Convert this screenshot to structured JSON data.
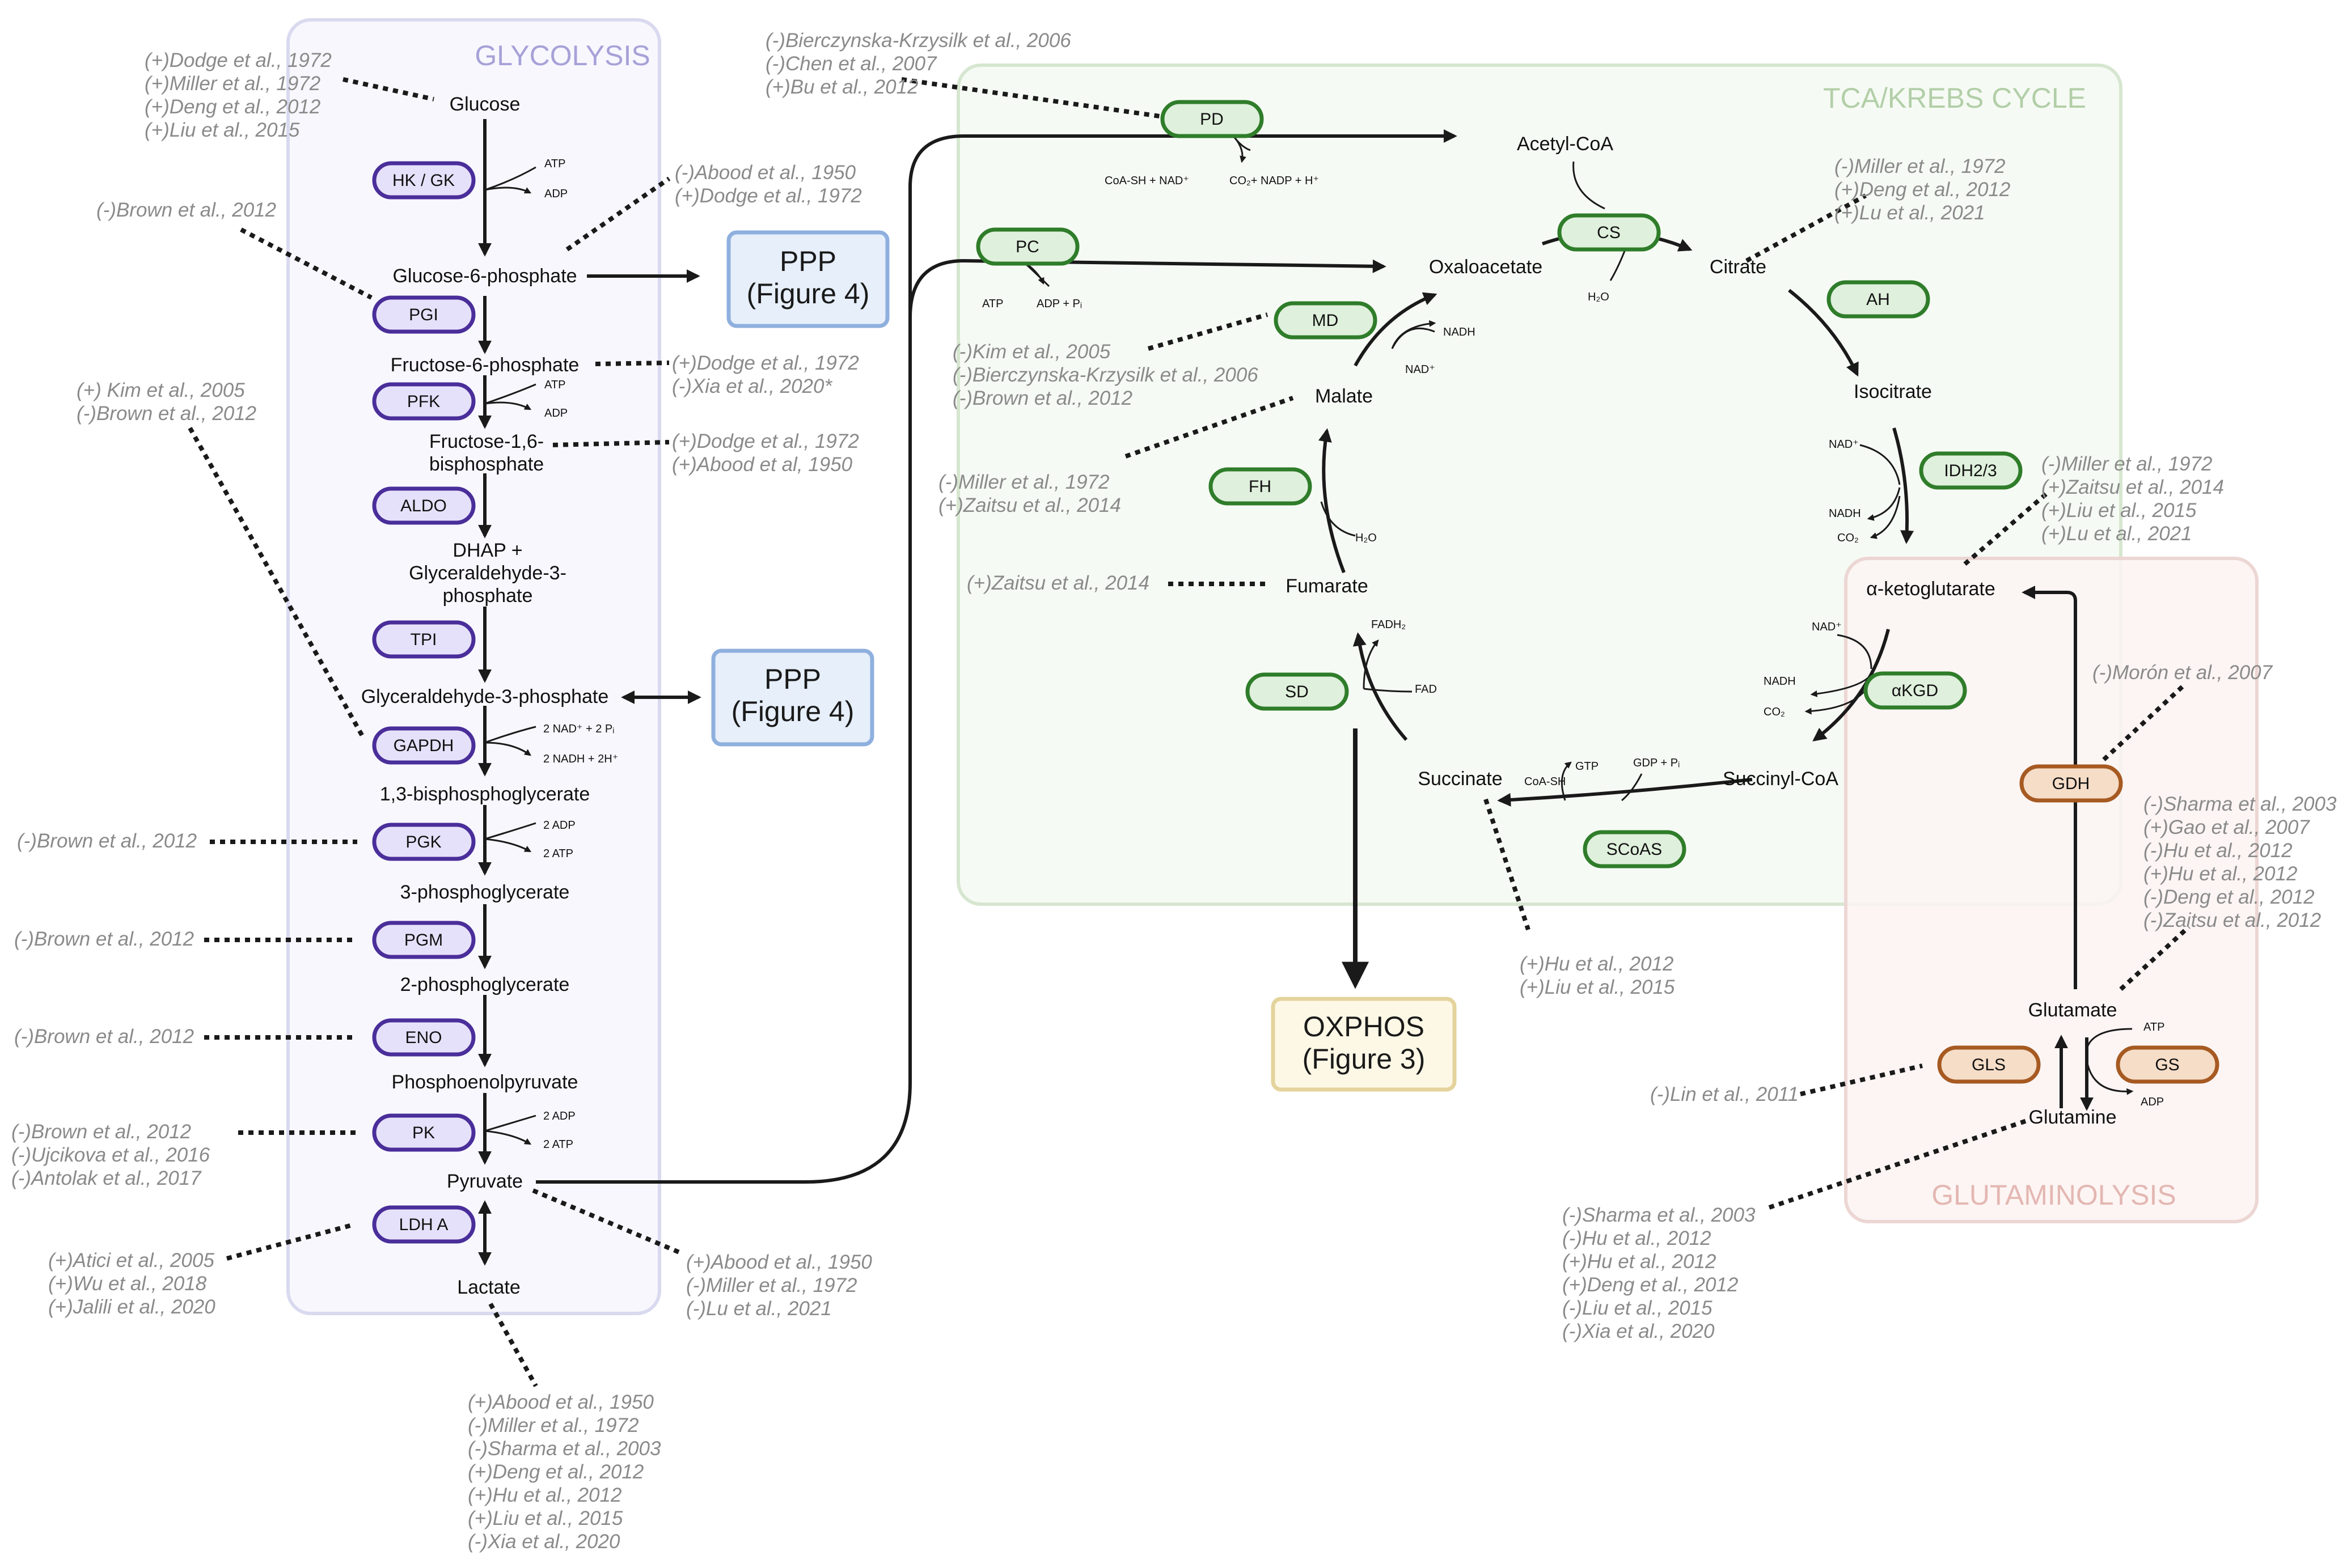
{
  "regions": {
    "glycolysis": "GLYCOLYSIS",
    "tca": "TCA/KREBS CYCLE",
    "glutaminolysis": "GLUTAMINOLYSIS"
  },
  "colors": {
    "glycolysis_box": "#f7f7fd",
    "glycolysis_border": "#d9d9ef",
    "glycolysis_title": "#a7a1d8",
    "glycolysis_enzyme_fill": "#e6e1fa",
    "glycolysis_enzyme_border": "#4a2e9a",
    "tca_box": "#f6faf4",
    "tca_border": "#d6e6d0",
    "tca_title": "#b2cfa8",
    "tca_enzyme_fill": "#dff0dc",
    "tca_enzyme_border": "#2f7d2a",
    "glut_box": "#fcf3f2",
    "glut_border": "#ecd6d3",
    "glut_title": "#e4b7b2",
    "glut_enzyme_fill": "#f5ddc8",
    "glut_enzyme_border": "#a65a22",
    "ppp_fill": "#e6effa",
    "ppp_border": "#8fb0de",
    "oxphos_fill": "#fdf8e6",
    "oxphos_border": "#e4d39c",
    "citation": "#8a8a8a"
  },
  "metabolites": {
    "glucose": "Glucose",
    "g6p": "Glucose-6-phosphate",
    "f6p": "Fructose-6-phosphate",
    "f16bp_1": "Fructose-1,6-",
    "f16bp_2": "bisphosphate",
    "dhap_1": "DHAP +",
    "dhap_2": "Glyceraldehyde-3-",
    "dhap_3": "phosphate",
    "g3p": "Glyceraldehyde-3-phosphate",
    "bpg13": "1,3-bisphosphoglycerate",
    "pg3": "3-phosphoglycerate",
    "pg2": "2-phosphoglycerate",
    "pep": "Phosphoenolpyruvate",
    "pyruvate": "Pyruvate",
    "lactate": "Lactate",
    "acetylcoa": "Acetyl-CoA",
    "oxaloacetate": "Oxaloacetate",
    "citrate": "Citrate",
    "isocitrate": "Isocitrate",
    "akg": "α-ketoglutarate",
    "succinylcoa": "Succinyl-CoA",
    "succinate": "Succinate",
    "fumarate": "Fumarate",
    "malate": "Malate",
    "glutamate": "Glutamate",
    "glutamine": "Glutamine"
  },
  "enzymes": {
    "hkgk": "HK / GK",
    "pgi": "PGI",
    "pfk": "PFK",
    "aldo": "ALDO",
    "tpi": "TPI",
    "gapdh": "GAPDH",
    "pgk": "PGK",
    "pgm": "PGM",
    "eno": "ENO",
    "pk": "PK",
    "ldha": "LDH A",
    "pd": "PD",
    "pc": "PC",
    "cs": "CS",
    "ah": "AH",
    "idh": "IDH2/3",
    "akgd": "αKGD",
    "scoas": "SCoAS",
    "sd": "SD",
    "fh": "FH",
    "md": "MD",
    "gdh": "GDH",
    "gls": "GLS",
    "gs": "GS"
  },
  "cofactors": {
    "hk_atp": "ATP",
    "hk_adp": "ADP",
    "pfk_atp": "ATP",
    "pfk_adp": "ADP",
    "gapdh_in": "2 NAD⁺ + 2 Pᵢ",
    "gapdh_out": "2 NADH + 2H⁺",
    "pgk_adp": "2 ADP",
    "pgk_atp": "2 ATP",
    "pk_adp": "2 ADP",
    "pk_atp": "2 ATP",
    "pd_in": "CoA-SH + NAD⁺",
    "pd_out": "CO₂+ NADP + H⁺",
    "pc_atp": "ATP",
    "pc_out": "ADP + Pᵢ",
    "cs_h2o": "H₂O",
    "idh_nad": "NAD⁺",
    "idh_nadh": "NADH",
    "idh_co2": "CO₂",
    "akgd_nad": "NAD⁺",
    "akgd_nadh": "NADH",
    "akgd_co2": "CO₂",
    "scoas_coash": "CoA-SH",
    "scoas_gtp": "GTP",
    "scoas_gdp": "GDP + Pᵢ",
    "sd_fadh2": "FADH₂",
    "sd_fad": "FAD",
    "fh_h2o": "H₂O",
    "md_nadh": "NADH",
    "md_nad": "NAD⁺",
    "gs_atp": "ATP",
    "gs_adp": "ADP"
  },
  "refboxes": {
    "ppp1_line1": "PPP",
    "ppp1_line2": "(Figure 4)",
    "ppp2_line1": "PPP",
    "ppp2_line2": "(Figure 4)",
    "oxphos_line1": "OXPHOS",
    "oxphos_line2": "(Figure 3)"
  },
  "citations": {
    "glucose": [
      "(+)Dodge et al., 1972",
      "(+)Miller et al., 1972",
      "(+)Deng et al., 2012",
      "(+)Liu et al., 2015"
    ],
    "hkgk": [
      "(-)Abood et al., 1950",
      "(+)Dodge et al., 1972"
    ],
    "pgi": [
      "(-)Brown et al., 2012"
    ],
    "f6p": [
      "(+)Dodge et al., 1972",
      "(-)Xia et al., 2020*"
    ],
    "gapdh": [
      "(+) Kim  et al., 2005",
      "(-)Brown et al., 2012"
    ],
    "f16bp": [
      "(+)Dodge et al., 1972",
      "(+)Abood et al, 1950"
    ],
    "pgk": [
      "(-)Brown et al., 2012"
    ],
    "pgm": [
      "(-)Brown et al., 2012"
    ],
    "eno": [
      "(-)Brown et al., 2012"
    ],
    "pk": [
      "(-)Brown et al., 2012",
      "(-)Ujcikova et al., 2016",
      "(-)Antolak et al., 2017"
    ],
    "ldha": [
      "(+)Atici et al., 2005",
      "(+)Wu et al., 2018",
      "(+)Jalili et al., 2020"
    ],
    "pyruvate": [
      "(+)Abood et al., 1950",
      "(-)Miller et al., 1972",
      "(-)Lu et al., 2021"
    ],
    "lactate": [
      "(+)Abood et al., 1950",
      "(-)Miller et al., 1972",
      "(-)Sharma et al., 2003",
      "(+)Deng et al., 2012",
      "(+)Hu et al., 2012",
      "(+)Liu et al., 2015",
      "(-)Xia et al., 2020"
    ],
    "pd": [
      "(-)Bierczynska-Krzysilk et al., 2006",
      "(-)Chen et al., 2007",
      "(+)Bu et al., 2012"
    ],
    "md": [
      "(-)Kim et al., 2005",
      "(-)Bierczynska-Krzysilk et al., 2006",
      "(-)Brown et al., 2012"
    ],
    "malate": [
      "(-)Miller et al., 1972",
      "(+)Zaitsu et al., 2014"
    ],
    "fumarate": [
      "(+)Zaitsu et al., 2014"
    ],
    "citrate": [
      "(-)Miller et al., 1972",
      "(+)Deng et al., 2012",
      "(+)Lu et al., 2021"
    ],
    "akg": [
      "(-)Miller et al., 1972",
      "(+)Zaitsu et al., 2014",
      "(+)Liu et al., 2015",
      "(+)Lu et al., 2021"
    ],
    "gdh": [
      "(-)Morón et al., 2007"
    ],
    "glutamate": [
      "(-)Sharma et al., 2003",
      "(+)Gao et al., 2007",
      "(-)Hu et al., 2012",
      "(+)Hu et al., 2012",
      "(-)Deng et al., 2012",
      "(-)Zaitsu et al., 2012"
    ],
    "succinate": [
      "(+)Hu et al., 2012",
      "(+)Liu et al., 2015"
    ],
    "gls": [
      "(-)Lin et al., 2011"
    ],
    "glutamine": [
      "(-)Sharma et al., 2003",
      "(-)Hu et al., 2012",
      "(+)Hu et al., 2012",
      "(+)Deng et al., 2012",
      "(-)Liu et al., 2015",
      "(-)Xia et al., 2020"
    ]
  }
}
